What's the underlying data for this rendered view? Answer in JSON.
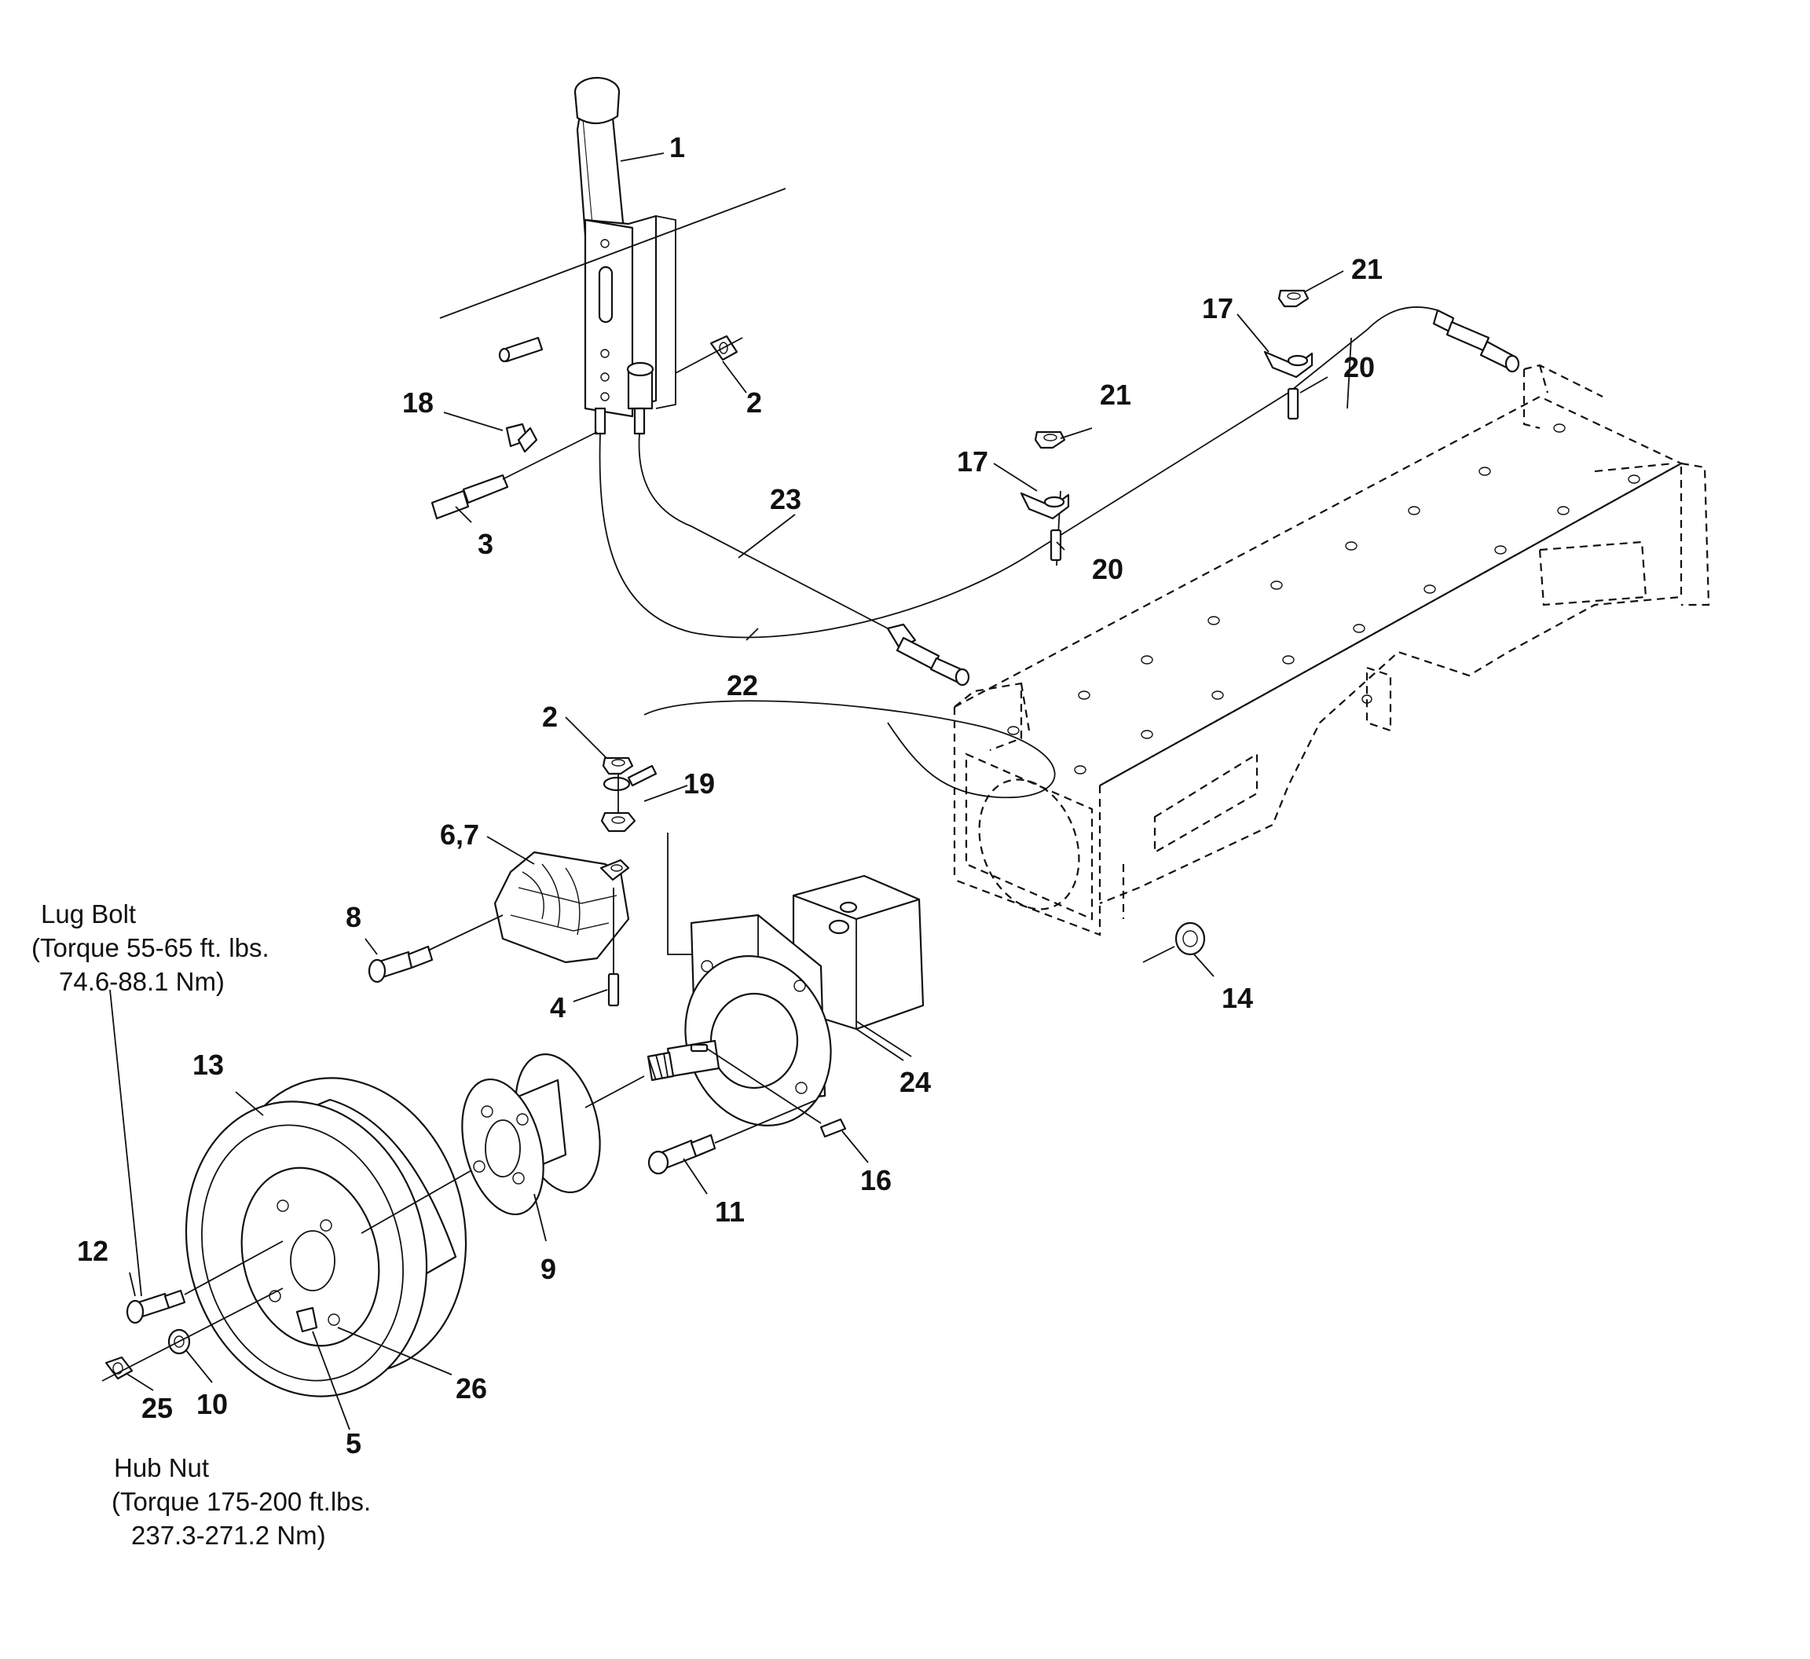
{
  "callouts": {
    "c1": "1",
    "c2a": "2",
    "c2b": "2",
    "c3": "3",
    "c4": "4",
    "c5": "5",
    "c67": "6,7",
    "c8": "8",
    "c9": "9",
    "c10": "10",
    "c11": "11",
    "c12": "12",
    "c13": "13",
    "c14": "14",
    "c16": "16",
    "c17a": "17",
    "c17b": "17",
    "c18": "18",
    "c19": "19",
    "c20a": "20",
    "c20b": "20",
    "c21a": "21",
    "c21b": "21",
    "c22": "22",
    "c23": "23",
    "c24": "24",
    "c25": "25",
    "c26": "26"
  },
  "notes": {
    "lug_bolt": {
      "line1": "Lug Bolt",
      "line2": "(Torque 55-65 ft. lbs.",
      "line3": "74.6-88.1 Nm)"
    },
    "hub_nut": {
      "line1": "Hub Nut",
      "line2": "(Torque 175-200 ft.lbs.",
      "line3": "237.3-271.2 Nm)"
    }
  }
}
